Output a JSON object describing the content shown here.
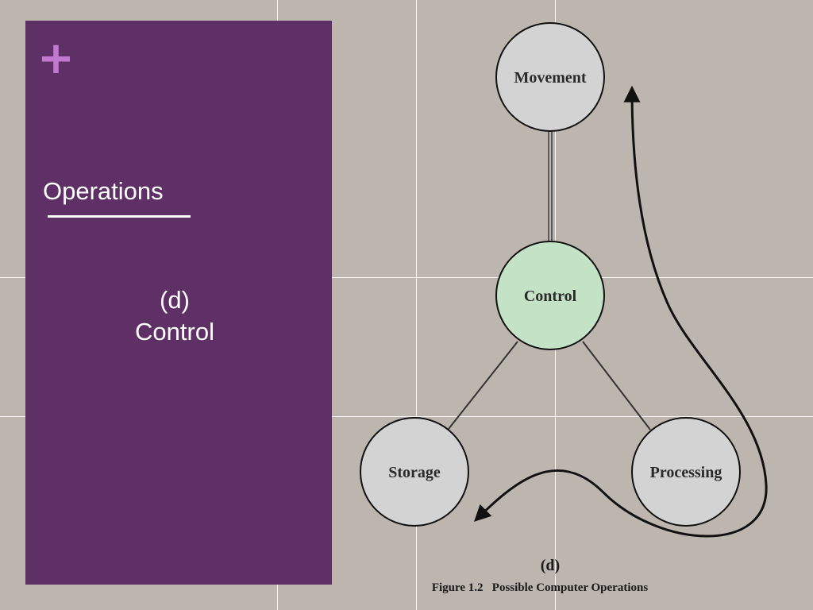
{
  "slide": {
    "plus_symbol": "+",
    "title": "Operations",
    "subtitle_line1": "(d)",
    "subtitle_line2": "Control"
  },
  "diagram": {
    "nodes": {
      "movement": "Movement",
      "control": "Control",
      "storage": "Storage",
      "processing": "Processing"
    },
    "figure_letter": "(d)",
    "caption": "Figure 1.2   Possible Computer Operations"
  },
  "colors": {
    "panel": "#5f3066",
    "accent_plus": "#c27ad0",
    "control_node_fill": "#c4e3c6",
    "node_fill": "#d3d3d3"
  }
}
